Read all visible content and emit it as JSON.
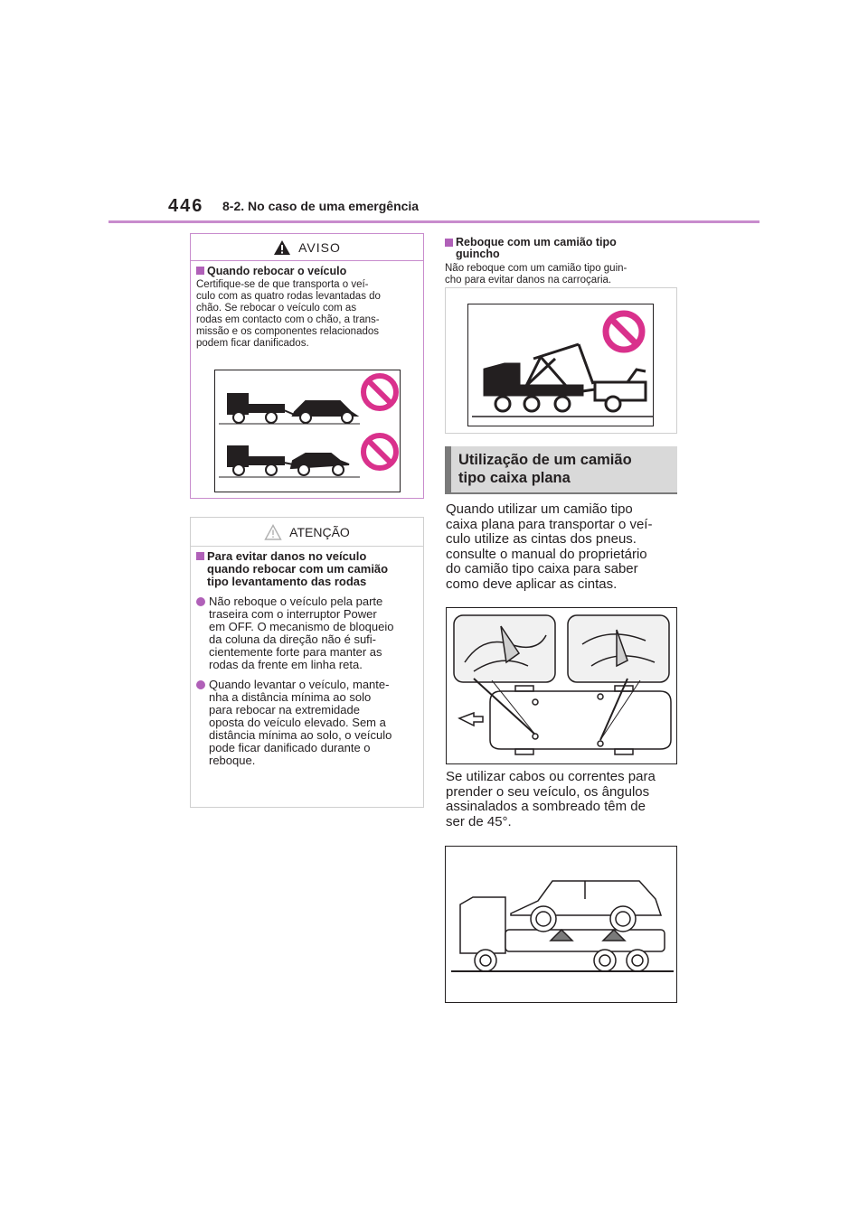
{
  "header": {
    "page_number": "446",
    "section_title": "8-2. No caso de uma emergência"
  },
  "aviso": {
    "label": "AVISO",
    "icon": "warning-triangle-icon",
    "section_title": "Quando rebocar o veículo",
    "body_lines": [
      "Certifique-se de que transporta o veí-",
      "culo com as quatro rodas levantadas do",
      "chão. Se rebocar o veículo com as",
      "rodas em contacto com o chão, a trans-",
      "missão e os componentes relacionados",
      "podem ficar danificados."
    ]
  },
  "atencao": {
    "label": "ATENÇÃO",
    "icon": "caution-triangle-icon",
    "section_title_lines": [
      "Para evitar danos no veículo",
      "quando rebocar com um camião",
      "tipo levantamento das rodas"
    ],
    "bullets": [
      {
        "lines": [
          "Não reboque o veículo pela parte",
          "traseira com o interruptor Power",
          "em OFF. O mecanismo de bloqueio",
          "da coluna da direção não é sufi-",
          "cientemente forte para manter as",
          "rodas da frente em linha reta."
        ]
      },
      {
        "lines": [
          "Quando levantar o veículo, mante-",
          "nha a distância mínima ao solo",
          "para rebocar na extremidade",
          "oposta do veículo elevado. Sem a",
          "distância mínima ao solo, o veículo",
          "pode ficar danificado durante o",
          "reboque."
        ]
      }
    ]
  },
  "guincho": {
    "title_lines": [
      "Reboque com um camião tipo",
      "guincho"
    ],
    "body_lines": [
      "Não reboque com um camião tipo guin-",
      "cho para evitar danos na carroçaria."
    ]
  },
  "caixa_plana": {
    "heading_lines": [
      "Utilização de um camião",
      "tipo caixa plana"
    ],
    "para1_lines": [
      "Quando utilizar um camião tipo",
      "caixa plana para transportar o veí-",
      "culo utilize as cintas dos pneus.",
      "consulte o manual do proprietário",
      "do camião tipo caixa para saber",
      "como deve aplicar as cintas."
    ],
    "para2_lines": [
      "Se utilizar cabos ou correntes para",
      "prender o seu veículo, os ângulos",
      "assinalados a sombreado têm de",
      "ser de 45°."
    ]
  },
  "colors": {
    "accent": "#b060b8",
    "accent_rule": "#c88ccd",
    "prohibition": "#d9318c",
    "heading_band": "#d9d9d9",
    "heading_bar": "#7a7a7a",
    "text": "#231f20"
  }
}
